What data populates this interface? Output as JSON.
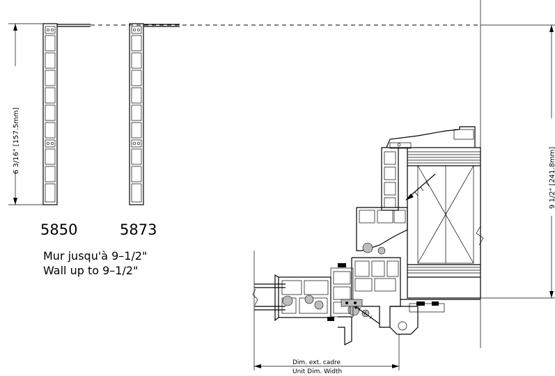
{
  "profiles": [
    {
      "id": "5850",
      "label": "5850"
    },
    {
      "id": "5873",
      "label": "5873"
    }
  ],
  "caption": {
    "line1": "Mur jusqu'à 9–1/2\"",
    "line2": "Wall up to 9–1/2\""
  },
  "dimensions": {
    "profile_height": "6 3/16\"  [157.5mm]",
    "wall_height": "9 1/2\"  [241.8mm]",
    "width_fr": "Dim. ext. cadre",
    "width_en": "Unit Dim. Width"
  }
}
